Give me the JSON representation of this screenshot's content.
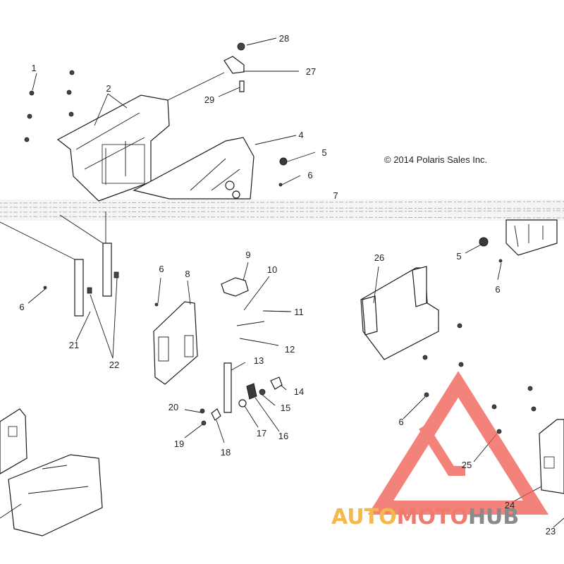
{
  "copyright": "© 2014 Polaris Sales Inc.",
  "watermark": {
    "part_a": "AUTO",
    "part_b": "MOTO",
    "part_c": "HUB",
    "colors": {
      "auto": "#f5b94a",
      "moto": "#ef7a6e",
      "hub": "#8a8a8a",
      "triangle": "#ef5a4e"
    }
  },
  "callouts": [
    {
      "id": "c1",
      "label": "1"
    },
    {
      "id": "c2",
      "label": "2"
    },
    {
      "id": "c4",
      "label": "4"
    },
    {
      "id": "c5a",
      "label": "5"
    },
    {
      "id": "c5b",
      "label": "5"
    },
    {
      "id": "c6a",
      "label": "6"
    },
    {
      "id": "c6b",
      "label": "6"
    },
    {
      "id": "c6c",
      "label": "6"
    },
    {
      "id": "c6d",
      "label": "6"
    },
    {
      "id": "c6e",
      "label": "6"
    },
    {
      "id": "c7",
      "label": "7"
    },
    {
      "id": "c8",
      "label": "8"
    },
    {
      "id": "c9",
      "label": "9"
    },
    {
      "id": "c10",
      "label": "10"
    },
    {
      "id": "c11",
      "label": "11"
    },
    {
      "id": "c12",
      "label": "12"
    },
    {
      "id": "c13",
      "label": "13"
    },
    {
      "id": "c14",
      "label": "14"
    },
    {
      "id": "c15",
      "label": "15"
    },
    {
      "id": "c16",
      "label": "16"
    },
    {
      "id": "c17",
      "label": "17"
    },
    {
      "id": "c18",
      "label": "18"
    },
    {
      "id": "c19",
      "label": "19"
    },
    {
      "id": "c20",
      "label": "20"
    },
    {
      "id": "c21",
      "label": "21"
    },
    {
      "id": "c22",
      "label": "22"
    },
    {
      "id": "c23",
      "label": "23"
    },
    {
      "id": "c24",
      "label": "24"
    },
    {
      "id": "c25",
      "label": "25"
    },
    {
      "id": "c26",
      "label": "26"
    },
    {
      "id": "c27",
      "label": "27"
    },
    {
      "id": "c28",
      "label": "28"
    },
    {
      "id": "c29",
      "label": "29"
    }
  ]
}
